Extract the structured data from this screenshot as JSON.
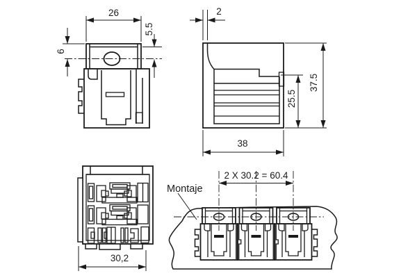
{
  "drawing": {
    "background_color": "#ffffff",
    "line_color": "#1b1b1b",
    "front_view": {
      "width_label": "26",
      "left_offset_label": "6",
      "right_offset_label": "5.5"
    },
    "side_view": {
      "wall_label": "2",
      "inner_height_label": "25.5",
      "total_height_label": "37.5",
      "depth_label": "38"
    },
    "bottom_view": {
      "width_label": "30,2"
    },
    "mounting_view": {
      "title": "Montaje",
      "pitch_label": "2 X 30.2 = 60.4"
    }
  }
}
